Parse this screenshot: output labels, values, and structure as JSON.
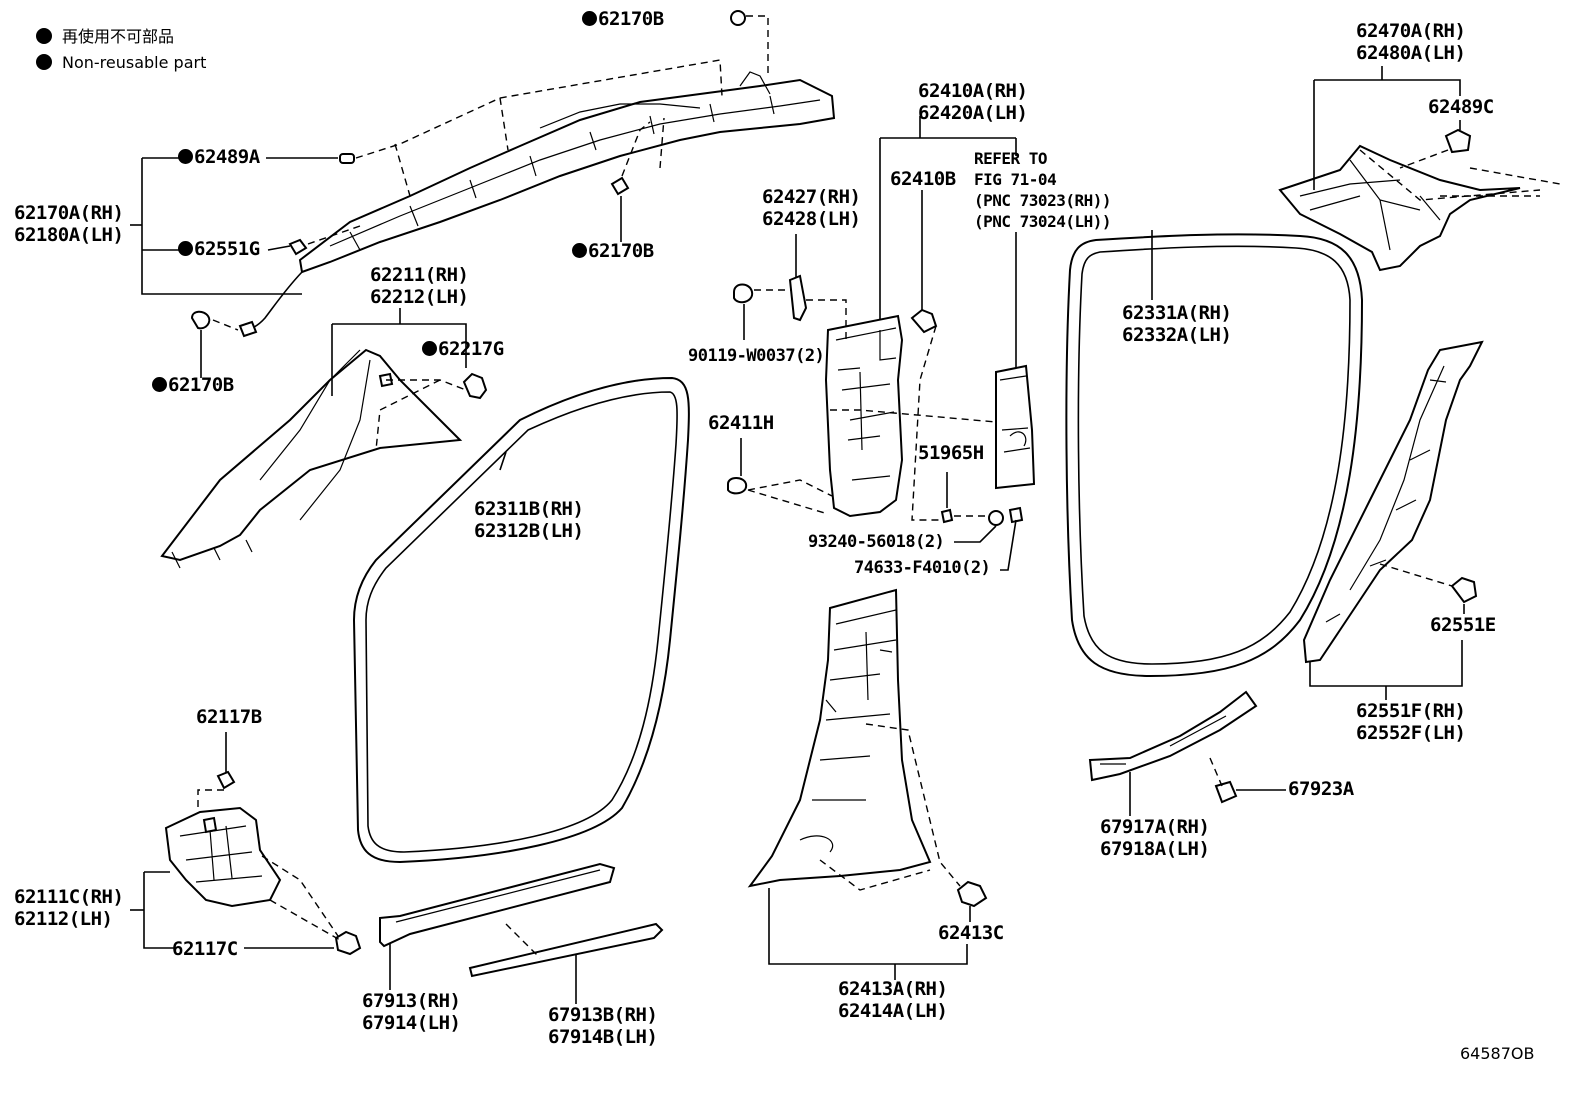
{
  "legend": [
    {
      "marker": "●",
      "text": "再使用不可部品"
    },
    {
      "marker": "●",
      "text": "Non-reusable part"
    }
  ],
  "figure_number": "64587OB",
  "refer_note": [
    "REFER TO",
    "FIG 71-04",
    "(PNC 73023(RH))",
    "(PNC 73024(LH))"
  ],
  "labels": {
    "p62170B_top": "62170B",
    "p62170B_mid": "62170B",
    "p62170B_left": "62170B",
    "p62489A": "62489A",
    "p62551G": "62551G",
    "p62170A": [
      "62170A(RH)",
      "62180A(LH)"
    ],
    "p62211": [
      "62211(RH)",
      "62212(LH)"
    ],
    "p62217G": "62217G",
    "p62410A": [
      "62410A(RH)",
      "62420A(LH)"
    ],
    "p62410B": "62410B",
    "p62427": [
      "62427(RH)",
      "62428(LH)"
    ],
    "p90119": "90119-W0037(2)",
    "p62411H": "62411H",
    "p51965H": "51965H",
    "p93240": "93240-56018(2)",
    "p74633": "74633-F4010(2)",
    "p62311B": [
      "62311B(RH)",
      "62312B(LH)"
    ],
    "p62470A": [
      "62470A(RH)",
      "62480A(LH)"
    ],
    "p62489C": "62489C",
    "p62331A": [
      "62331A(RH)",
      "62332A(LH)"
    ],
    "p62551E": "62551E",
    "p62551F": [
      "62551F(RH)",
      "62552F(LH)"
    ],
    "p67923A": "67923A",
    "p67917A": [
      "67917A(RH)",
      "67918A(LH)"
    ],
    "p62117B": "62117B",
    "p62111C": [
      "62111C(RH)",
      "62112(LH)"
    ],
    "p62117C": "62117C",
    "p67913": [
      "67913(RH)",
      "67914(LH)"
    ],
    "p67913B": [
      "67913B(RH)",
      "67914B(LH)"
    ],
    "p62413C": "62413C",
    "p62413A": [
      "62413A(RH)",
      "62414A(LH)"
    ]
  }
}
